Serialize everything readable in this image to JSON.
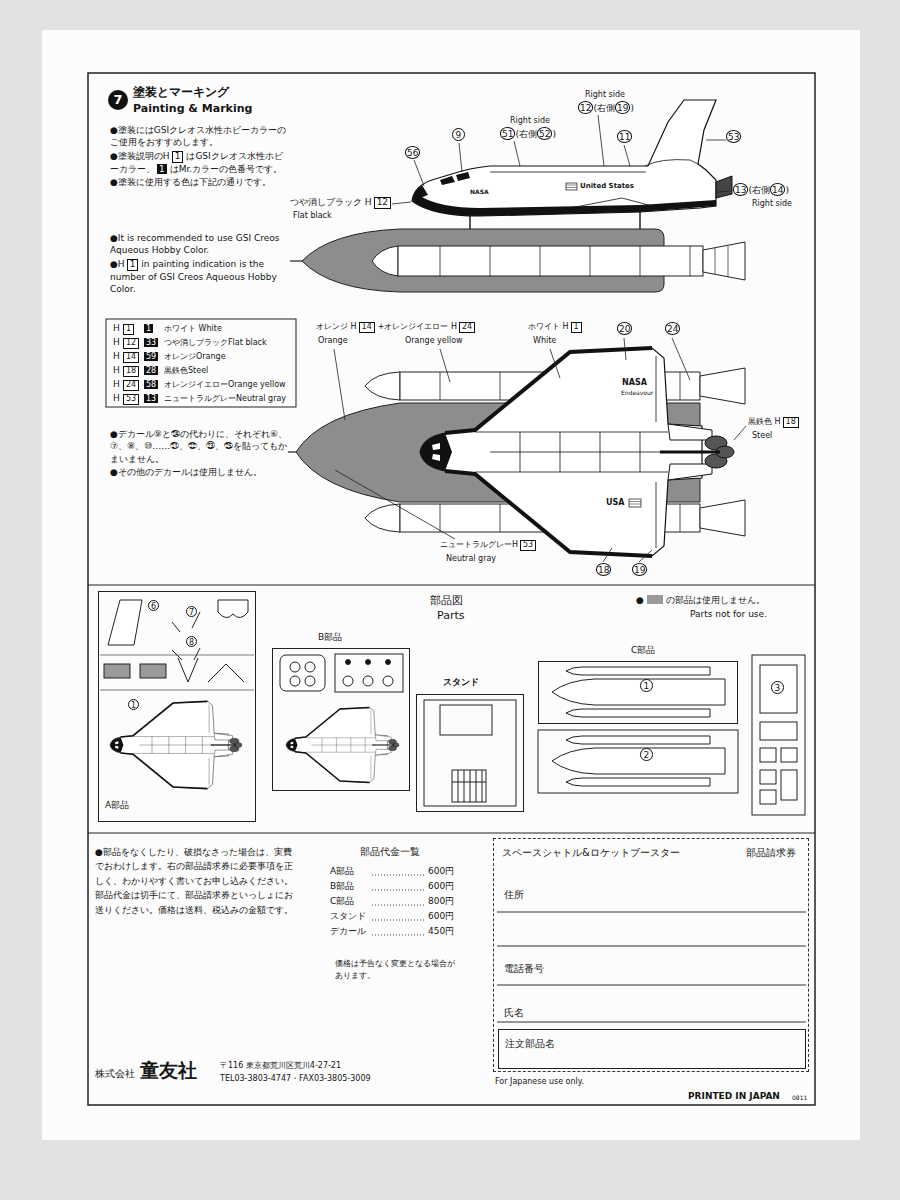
{
  "diagram": {
    "title": "塗装とマーキング",
    "nodes": [
      {
        "text": [
          "A部品"
        ]
      },
      {
        "text": [
          "B部品"
        ]
      },
      {
        "text": [
          "スタンド"
        ]
      },
      {
        "text": [
          "C部品"
        ]
      },
      {
        "text": [
          "スペースシャトル&ロケットブースター",
          "部品請求券",
          "住所",
          "電話番号",
          "氏名"
        ]
      },
      {
        "text": [
          "注文部品名"
        ],
        "in": 4
      }
    ],
    "labels": [
      "7",
      "Painting & Marking",
      "●塗装にはGSIクレオス水性ホビーカラーのご使用をおすすめします。",
      "●塗装説明の",
      "H",
      "1",
      "はGSIクレオス水性ホビーカラー、",
      "1",
      "はMr.カラーの色番号です。",
      "●塗装に使用する色は下記の通りです。",
      "●It is recommended to use GSI Creos Aqueous Hobby Color.",
      "●H",
      "1",
      "in painting indication is the number of GSI Creos Aqueous Hobby Color.",
      "H",
      "1",
      "1",
      "ホワイト White",
      "H",
      "12",
      "33",
      "つや消しブラックFlat black",
      "H",
      "14",
      "59",
      "オレンジOrange",
      "H",
      "18",
      "28",
      "黒鉄色Steel",
      "H",
      "24",
      "58",
      "オレンジイエローOrange yellow",
      "H",
      "53",
      "13",
      "ニュートラルグレーNeutral gray",
      "●デカール⑨と㉔の代わりに、それぞれ⑥、⑦、⑧、⑩……㉑、㉒、㉓、㉕を貼ってもかまいません。",
      "●その他のデカールは使用しません。",
      "56",
      "9",
      "Right side",
      "51",
      "(右側",
      "52",
      ")",
      "Right side",
      "12",
      "(右側",
      "19",
      ")",
      "11",
      "53",
      "13",
      "(右側",
      "14",
      ")",
      "Right side",
      "つや消しブラック H",
      "12",
      "Flat black",
      "NASA",
      "United States",
      "オレンジ H",
      "14",
      "+オレンジイエロー H",
      "24",
      "Orange",
      "Orange yellow",
      "ホワイト H",
      "1",
      "White",
      "20",
      "24",
      "NASA",
      "Endeavour",
      "USA",
      "黒鉄色 H",
      "18",
      "Steel",
      "ニュートラルグレーH",
      "53",
      "Neutral gray",
      "18",
      "19",
      "部品図",
      "Parts",
      "●",
      "Parts not for use.",
      "6",
      "7",
      "8",
      "1",
      "1",
      "2",
      "3",
      "●部品をなくしたり、破損なさった場合は、実費でおわけします。右の部品請求券に必要事項を正しく、わかりやすく書いてお申し込みください。部品代金は切手にて、部品請求券といっしょにお送りください。価格は送料、税込みの金額です。",
      "部品代金一覧",
      "A部品",
      "600円",
      "B部品",
      "600円",
      "C部品",
      "800円",
      "スタンド",
      "600円",
      "デカール",
      "450円",
      "価格は予告なく変更となる場合があります。",
      "株式会社",
      "童友社",
      "〒116 東京都荒川区荒川4-27-21",
      "TEL03-3803-4747・FAX03-3805-3009",
      "For Japanese use only.",
      "PRINTED IN JAPAN",
      "0811"
    ],
    "legend": [
      {
        "text": "の部品は使用しません。",
        "color": "#9a9a9a"
      }
    ]
  }
}
